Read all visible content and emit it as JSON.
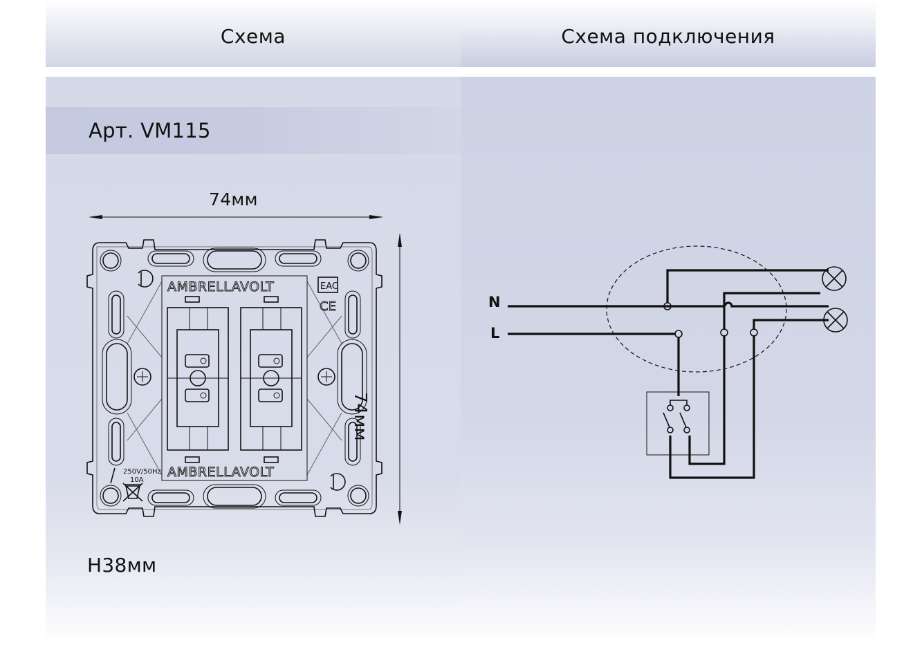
{
  "header": {
    "left_title": "Схема",
    "right_title": "Схема подключения"
  },
  "product": {
    "article_label": "Арт. VM115",
    "width_label": "74мм",
    "height_label": "74мм",
    "depth_label": "H38мм",
    "brand_marking_top": "AMBRELLAVOLT",
    "brand_marking_bottom": "AMBRELLAVOLT",
    "rating_line1": "250V/50Hz",
    "rating_line2": "10A",
    "certification_marks": [
      "EAC",
      "CE"
    ]
  },
  "wiring": {
    "neutral_label": "N",
    "line_label": "L",
    "lamp_count": 2,
    "switch_type": "two-gang"
  },
  "colors": {
    "header_band": "#c8cde0",
    "panel_left": "#d6dae8",
    "panel_right": "#cdd2e4",
    "article_band": "#c4c9df",
    "line": "#111111"
  }
}
